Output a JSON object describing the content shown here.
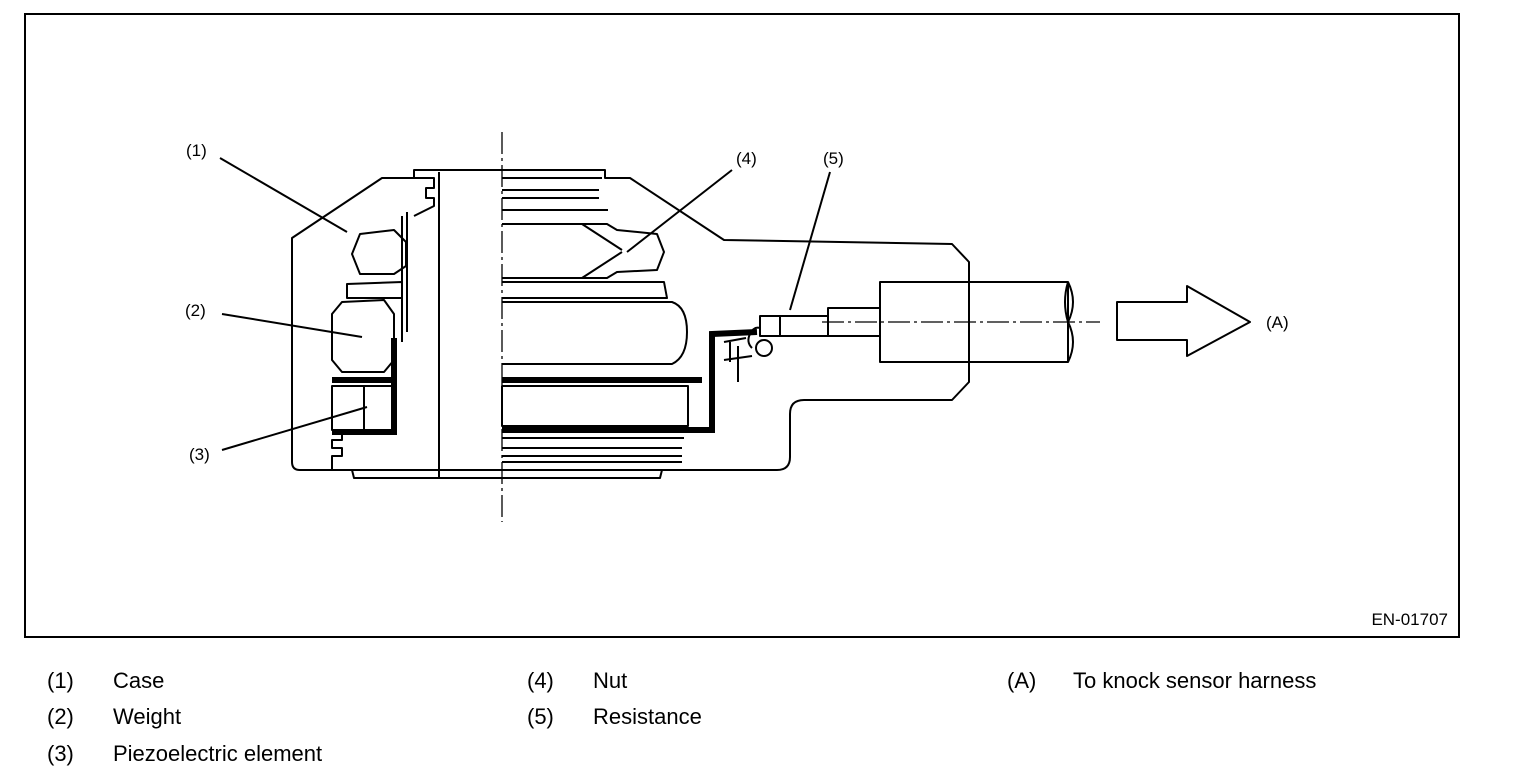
{
  "figure": {
    "id": "EN-01707",
    "callouts": {
      "case": "(1)",
      "weight": "(2)",
      "piezo": "(3)",
      "nut": "(4)",
      "resistance": "(5)",
      "harness": "(A)"
    }
  },
  "legend": {
    "items": [
      {
        "num": "(1)",
        "label": "Case"
      },
      {
        "num": "(2)",
        "label": "Weight"
      },
      {
        "num": "(3)",
        "label": "Piezoelectric element"
      },
      {
        "num": "(4)",
        "label": "Nut"
      },
      {
        "num": "(5)",
        "label": "Resistance"
      },
      {
        "num": "(A)",
        "label": "To knock sensor harness"
      }
    ]
  }
}
